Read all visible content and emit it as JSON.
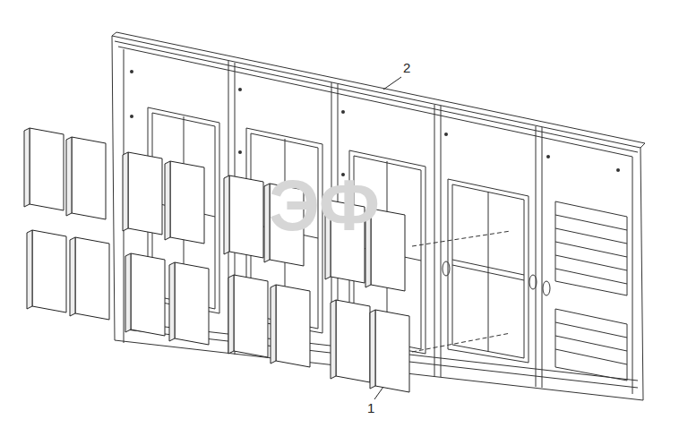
{
  "diagram": {
    "labels": [
      "2",
      "1",
      "ЭФ"
    ]
  }
}
